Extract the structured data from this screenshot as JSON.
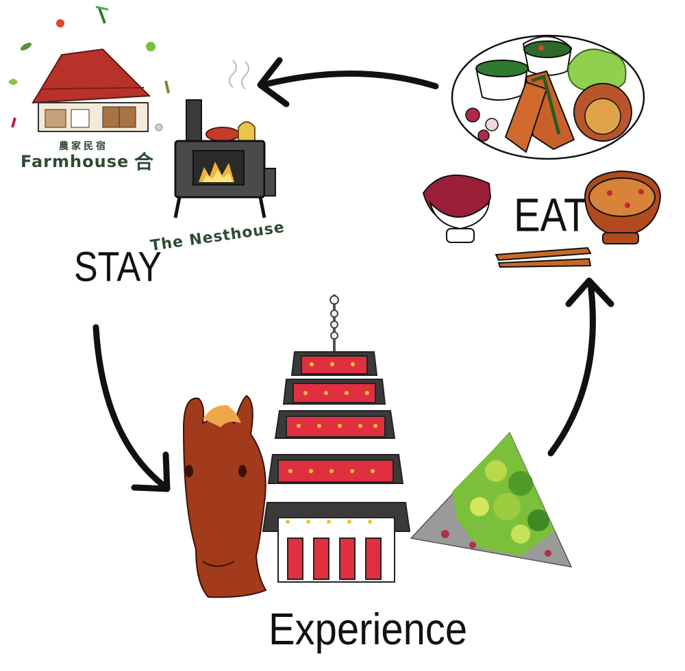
{
  "cycle": {
    "stay": {
      "label": "STAY"
    },
    "eat": {
      "label": "EAT"
    },
    "experience": {
      "label": "Experience"
    }
  },
  "logos": {
    "farmhouse": {
      "subtitle_jp": "農家民宿",
      "name": "Farmhouse",
      "glyph": "合"
    },
    "nesthouse": {
      "name": "The Nesthouse"
    }
  },
  "colors": {
    "ink": "#111111",
    "logo_green": "#2f4a34",
    "roof_red": "#b8322a",
    "horse_brown": "#8b3a1e",
    "pagoda_red": "#d3202f",
    "mountain_green": "#7cbf3a"
  }
}
